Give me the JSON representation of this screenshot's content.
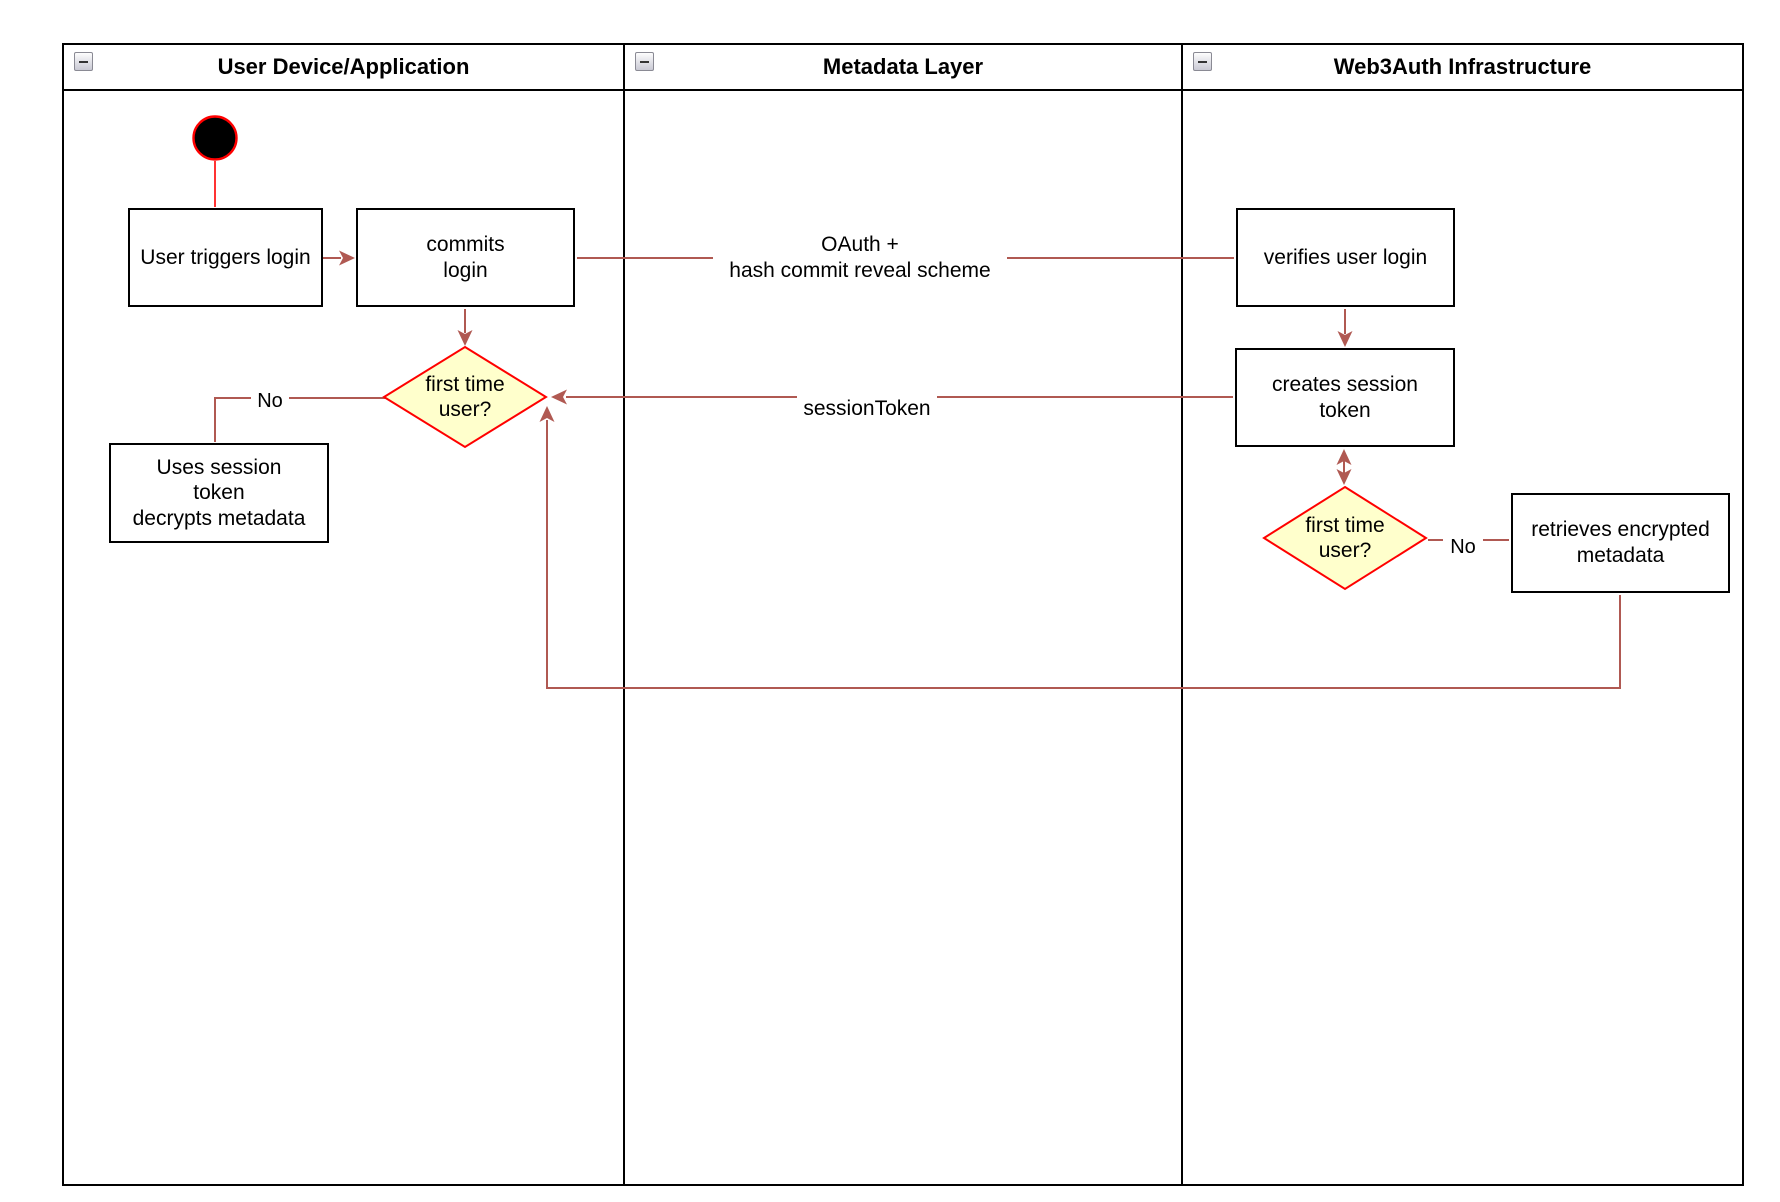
{
  "colors": {
    "connector": "#B05952",
    "node_stroke": "#FF0000",
    "decision_fill": "#FFFFCC",
    "shape_border": "#000000",
    "lane_border": "#000000",
    "start_fill": "#000000"
  },
  "pool": {
    "lanes": [
      {
        "title": "User Device/Application",
        "collapse_icon": "minus-icon"
      },
      {
        "title": "Metadata Layer",
        "collapse_icon": "minus-icon"
      },
      {
        "title": "Web3Auth Infrastructure",
        "collapse_icon": "minus-icon"
      }
    ]
  },
  "nodes": {
    "user_triggers_login": "User triggers login",
    "commits_login": "commits\nlogin",
    "first_time_user_app": "first time\nuser?",
    "uses_session_token": "Uses session\ntoken\ndecrypts metadata",
    "verifies_user_login": "verifies user login",
    "creates_session_token": "creates session\ntoken",
    "first_time_user_infra": "first time\nuser?",
    "retrieves_encrypted_metadata": "retrieves encrypted\nmetadata"
  },
  "edge_labels": {
    "oauth": "OAuth +\nhash commit reveal scheme",
    "session_token": "sessionToken",
    "no_app": "No",
    "no_infra": "No"
  }
}
